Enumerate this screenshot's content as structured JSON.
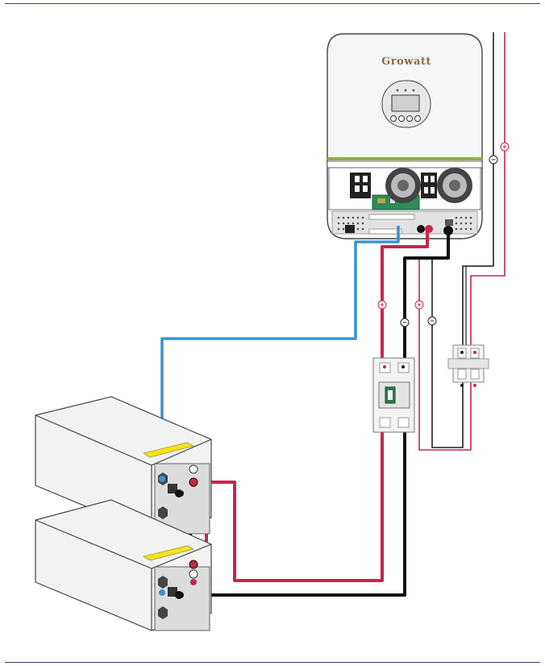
{
  "inverter": {
    "brand": "Growatt",
    "body_color": "#f7f7f7",
    "accent_color": "#8db043"
  },
  "labels": {
    "plus": "+",
    "minus": "−"
  },
  "colors": {
    "positive_cable": "#c8254a",
    "negative_cable": "#111111",
    "comm_cable": "#3d94cf",
    "pv_positive": "#c8254a",
    "pv_negative": "#222222",
    "rule": "#3a3d7a",
    "warning_label": "#f5e21b",
    "battery_body": "#f2f2f2"
  },
  "components": [
    {
      "name": "inverter",
      "text": ""
    },
    {
      "name": "battery-breaker",
      "text": ""
    },
    {
      "name": "pv-disconnect",
      "text": ""
    },
    {
      "name": "battery-module-top",
      "text": ""
    },
    {
      "name": "battery-module-bottom",
      "text": ""
    }
  ]
}
